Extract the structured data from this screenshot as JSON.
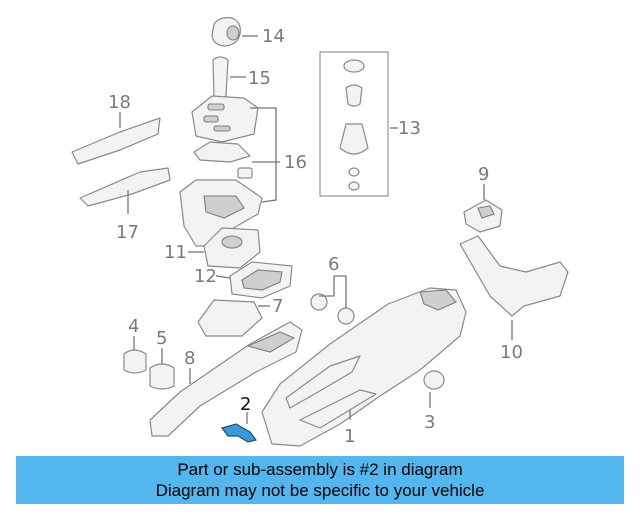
{
  "callouts": {
    "c1": "1",
    "c2": "2",
    "c3": "3",
    "c4": "4",
    "c5": "5",
    "c6": "6",
    "c7": "7",
    "c8": "8",
    "c9": "9",
    "c10": "10",
    "c11": "11",
    "c12": "12",
    "c13": "13",
    "c14": "14",
    "c15": "15",
    "c16": "16",
    "c17": "17",
    "c18": "18"
  },
  "banner": {
    "line1": "Part or sub-assembly is #2 in diagram",
    "line2": "Diagram may not be specific to your vehicle"
  },
  "colors": {
    "banner_bg": "#53b6ee",
    "highlight_part": "#3a9ad9",
    "line_art": "#8a8a8a"
  }
}
